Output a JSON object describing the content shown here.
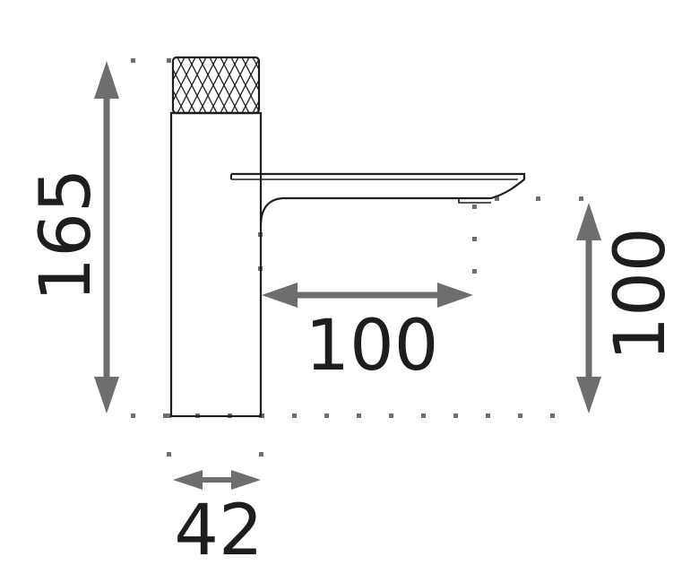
{
  "dimensions": {
    "total_height": "165",
    "spout_reach": "100",
    "spout_height": "100",
    "body_width": "42"
  },
  "colors": {
    "outline": "#1e1e1e",
    "arrow": "#6e6e6e",
    "dots": "#6e6e6e",
    "background": "#ffffff"
  }
}
